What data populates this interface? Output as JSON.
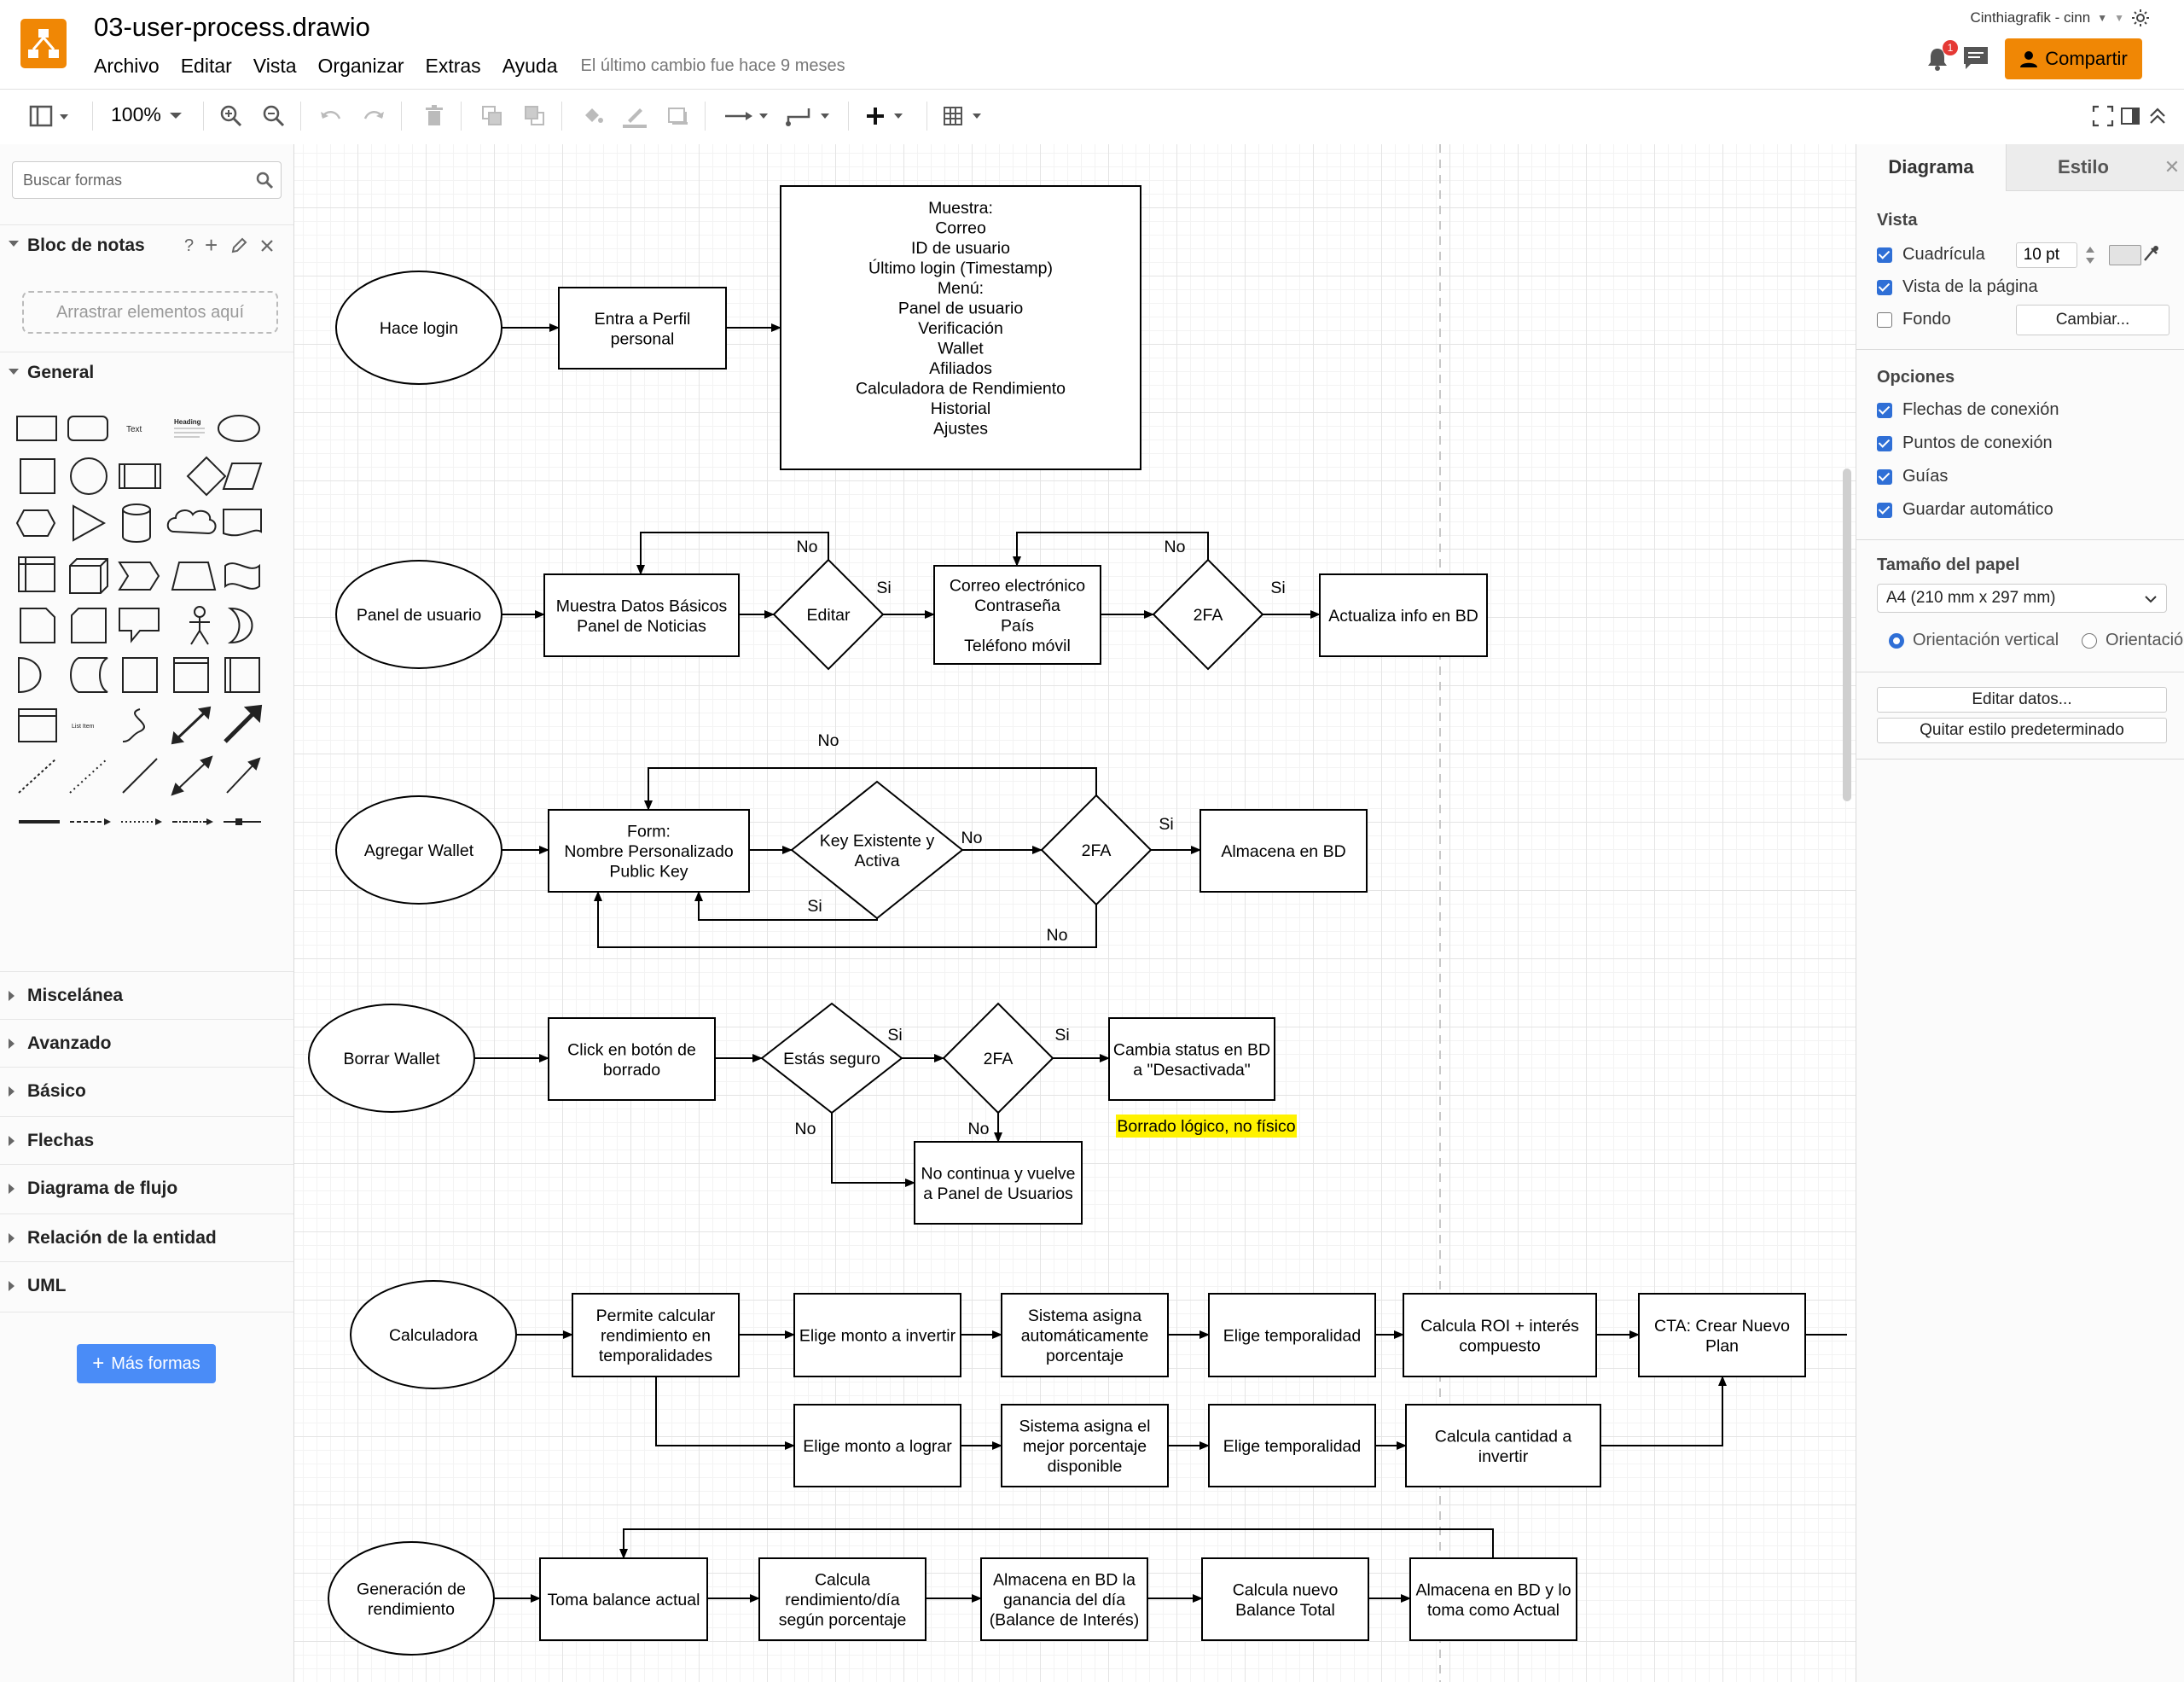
{
  "app": {
    "file_name": "03-user-process.drawio",
    "user": "Cinthiagrafik - cinn",
    "notification_count": "1",
    "share_label": "Compartir",
    "last_change": "El último cambio fue hace 9 meses",
    "accent_color": "#f08705"
  },
  "menu": [
    "Archivo",
    "Editar",
    "Vista",
    "Organizar",
    "Extras",
    "Ayuda"
  ],
  "toolbar": {
    "zoom": "100%"
  },
  "left_panel": {
    "search_placeholder": "Buscar formas",
    "scratchpad_title": "Bloc de notas",
    "scratchpad_help": "?",
    "dropzone": "Arrastrar elementos aquí",
    "general_title": "General",
    "shape_text_label": "Text",
    "shape_heading_label": "Heading",
    "shape_list_item_label": "List Item",
    "sections": [
      "Miscelánea",
      "Avanzado",
      "Básico",
      "Flechas",
      "Diagrama de flujo",
      "Relación de la entidad",
      "UML"
    ],
    "more_shapes": "Más formas"
  },
  "right_panel": {
    "tabs": [
      "Diagrama",
      "Estilo"
    ],
    "view_title": "Vista",
    "grid_label": "Cuadrícula",
    "grid_size": "10 pt",
    "page_view_label": "Vista de la página",
    "background_label": "Fondo",
    "change_button": "Cambiar...",
    "options_title": "Opciones",
    "options": [
      {
        "label": "Flechas de conexión",
        "checked": true
      },
      {
        "label": "Puntos de conexión",
        "checked": true
      },
      {
        "label": "Guías",
        "checked": true
      },
      {
        "label": "Guardar automático",
        "checked": true
      }
    ],
    "paper_title": "Tamaño del papel",
    "paper_size": "A4 (210 mm x 297 mm)",
    "orientation_portrait": "Orientación vertical",
    "orientation_landscape": "Orientación horizontal",
    "edit_data_button": "Editar datos...",
    "clear_style_button": "Quitar estilo predeterminado"
  },
  "diagram": {
    "login": {
      "start": "Hace login",
      "profile": [
        "Entra a Perfil",
        "personal"
      ],
      "shows": [
        "Muestra:",
        "Correo",
        "ID de usuario",
        "Último login (Timestamp)",
        "",
        "Menú:",
        "Panel de usuario",
        "Verificación",
        "Wallet",
        "Afiliados",
        "Calculadora de Rendimiento",
        "Historial",
        "Ajustes"
      ]
    },
    "panel": {
      "start": "Panel de usuario",
      "data": [
        "Muestra Datos Básicos",
        "Panel de Noticias"
      ],
      "edit": "Editar",
      "fields": [
        "Correo electrónico",
        "Contraseña",
        "País",
        "Teléfono móvil"
      ],
      "twofa": "2FA",
      "update": "Actualiza info en BD"
    },
    "wallet_add": {
      "start": "Agregar Wallet",
      "form": [
        "Form:",
        "Nombre Personalizado",
        "Public Key"
      ],
      "key": [
        "Key Existente y",
        "Activa"
      ],
      "twofa": "2FA",
      "store": "Almacena en BD"
    },
    "wallet_del": {
      "start": "Borrar Wallet",
      "click": [
        "Click en botón de",
        "borrado"
      ],
      "sure": "Estás seguro",
      "twofa": "2FA",
      "status": [
        "Cambia status en BD",
        "a \"Desactivada\""
      ],
      "note": "Borrado lógico, no físico",
      "stop": [
        "No continua y vuelve",
        "a Panel de Usuarios"
      ]
    },
    "calc": {
      "start": "Calculadora",
      "allow": [
        "Permite calcular",
        "rendimiento en",
        "temporalidades"
      ],
      "amount_invest": "Elige monto a invertir",
      "auto_pct": [
        "Sistema asigna",
        "automáticamente",
        "porcentaje"
      ],
      "period_1": "Elige temporalidad",
      "roi": [
        "Calcula ROI + interés",
        "compuesto"
      ],
      "cta": [
        "CTA: Crear Nuevo",
        "Plan"
      ],
      "amount_goal": "Elige monto a lograr",
      "best_pct": [
        "Sistema asigna el",
        "mejor porcentaje",
        "disponible"
      ],
      "period_2": "Elige temporalidad",
      "qty": [
        "Calcula cantidad a",
        "invertir"
      ]
    },
    "yield": {
      "start": [
        "Generación de",
        "rendimiento"
      ],
      "balance": "Toma balance actual",
      "daily": [
        "Calcula",
        "rendimiento/día",
        "según porcentaje"
      ],
      "store_gain": [
        "Almacena en BD la",
        "ganancia del día",
        "(Balance de Interés)"
      ],
      "new_balance": [
        "Calcula nuevo",
        "Balance Total"
      ],
      "store_actual": [
        "Almacena en BD y lo",
        "toma como Actual"
      ]
    },
    "labels": {
      "yes": "Si",
      "no": "No"
    }
  }
}
